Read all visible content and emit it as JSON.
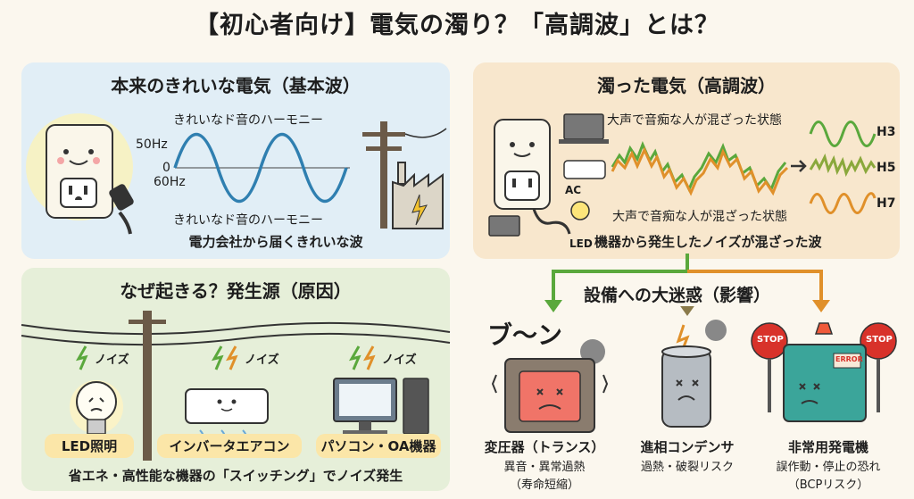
{
  "title": "【初心者向け】電気の濁り？「高調波」とは？",
  "fundamental": {
    "title": "本来のきれいな電気（基本波）",
    "harmony_top": "きれいなド音のハーモニー",
    "harmony_bottom": "きれいなド音のハーモニー",
    "label_50hz": "50Hz",
    "label_0": "0",
    "label_60hz": "60Hz",
    "caption": "電力会社から届くきれいな波"
  },
  "harmonic": {
    "title": "濁った電気（高調波）",
    "noise_top": "大声で音痴な人が混ざった状態",
    "noise_bottom": "大声で音痴な人が混ざった状態",
    "ac_label": "AC",
    "led_label": "LED",
    "h3": "H3",
    "h5": "H5",
    "h7": "H7",
    "caption": "機器から発生したノイズが混ざった波"
  },
  "cause": {
    "title": "なぜ起きる？発生源（原因）",
    "noise_label": "ノイズ",
    "devices": [
      "LED照明",
      "インバータエアコン",
      "パソコン・OA機器"
    ],
    "caption": "省エネ・高性能な機器の「スイッチング」でノイズ発生"
  },
  "impact": {
    "title": "設備への大迷惑（影響）",
    "hum": "ブ〜ン",
    "stop": "STOP",
    "error": "ERROR",
    "items": [
      {
        "name": "変圧器（トランス）",
        "line1": "異音・異常過熱",
        "line2": "（寿命短縮）"
      },
      {
        "name": "進相コンデンサ",
        "line1": "過熱・破裂リスク",
        "line2": ""
      },
      {
        "name": "非常用発電機",
        "line1": "誤作動・停止の恐れ",
        "line2": "（BCPリスク）"
      }
    ]
  },
  "colors": {
    "wave_blue": "#2f7fb0",
    "wave_green": "#5aa83c",
    "wave_orange": "#e0902a",
    "stop_red": "#d8322a"
  }
}
